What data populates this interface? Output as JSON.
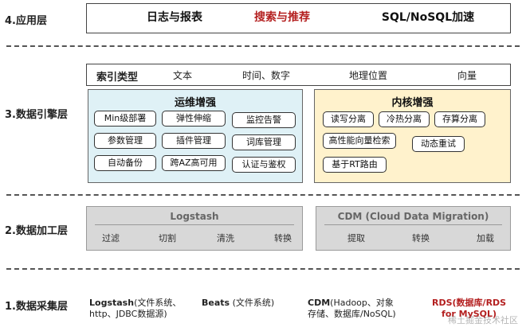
{
  "layers": {
    "app": "4.应用层",
    "engine": "3.数据引擎层",
    "processing": "2.数据加工层",
    "collection": "1.数据采集层"
  },
  "app_layer": {
    "items": [
      "日志与报表",
      "搜索与推荐",
      "SQL/NoSQL加速"
    ],
    "highlight_color": "#b42020"
  },
  "index_types": {
    "label": "索引类型",
    "items": [
      "文本",
      "时间、数字",
      "地理位置",
      "向量"
    ]
  },
  "ops_panel": {
    "title": "运维增强",
    "bg_color": "#dff1f6",
    "items": [
      "Min级部署",
      "弹性伸缩",
      "监控告警",
      "参数管理",
      "插件管理",
      "词库管理",
      "自动备份",
      "跨AZ高可用",
      "认证与鉴权"
    ]
  },
  "kernel_panel": {
    "title": "内核增强",
    "bg_color": "#fff2cc",
    "items": [
      "读写分离",
      "冷热分离",
      "存算分离",
      "高性能向量检索",
      "动态重试",
      "基于RT路由"
    ]
  },
  "logstash": {
    "title": "Logstash",
    "items": [
      "过滤",
      "切割",
      "清洗",
      "转换"
    ]
  },
  "cdm": {
    "title": "CDM (Cloud Data Migration)",
    "items": [
      "提取",
      "转换",
      "加载"
    ]
  },
  "collection": {
    "logstash_name": "Logstash",
    "logstash_detail_1": "(文件系统、",
    "logstash_detail_2": "http、JDBC数据源)",
    "beats_name": "Beats",
    "beats_detail": " (文件系统)",
    "cdm_name": "CDM",
    "cdm_detail_1": "(Hadoop、对象",
    "cdm_detail_2": "存储、数据库/NoSQL)",
    "rds_line_1": "RDS(数据库/RDS",
    "rds_line_2": "for MySQL)",
    "rds_color": "#b42020"
  },
  "watermark": "稀土掘金技术社区"
}
